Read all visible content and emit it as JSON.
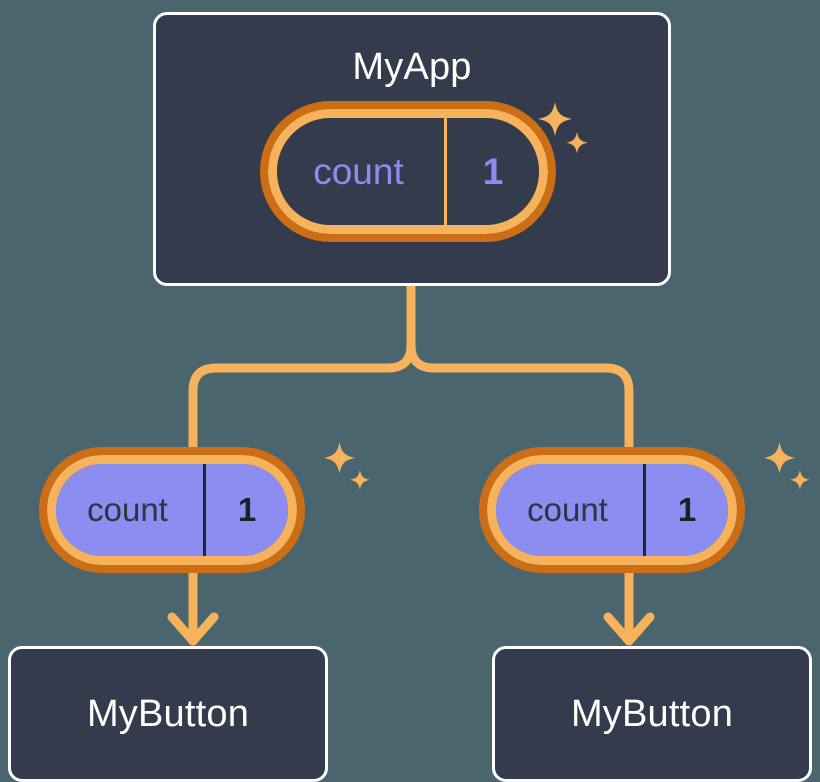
{
  "diagram": {
    "title_semantic": "react-state-propagation-tree",
    "background_color": "#4a656d",
    "accent_orange": "#f7b25c",
    "accent_orange_dark": "#cc6e16",
    "accent_purple": "#8b8ef0",
    "card_bg": "#343b4c",
    "card_border": "#ffffff"
  },
  "root": {
    "label": "MyApp",
    "state": {
      "key": "count",
      "value": "1"
    },
    "sparkle": "sparkle-icon"
  },
  "branches": [
    {
      "state": {
        "key": "count",
        "value": "1"
      },
      "child": {
        "label": "MyButton"
      },
      "sparkle": "sparkle-icon",
      "arrow": "arrow-down-icon"
    },
    {
      "state": {
        "key": "count",
        "value": "1"
      },
      "child": {
        "label": "MyButton"
      },
      "sparkle": "sparkle-icon",
      "arrow": "arrow-down-icon"
    }
  ]
}
